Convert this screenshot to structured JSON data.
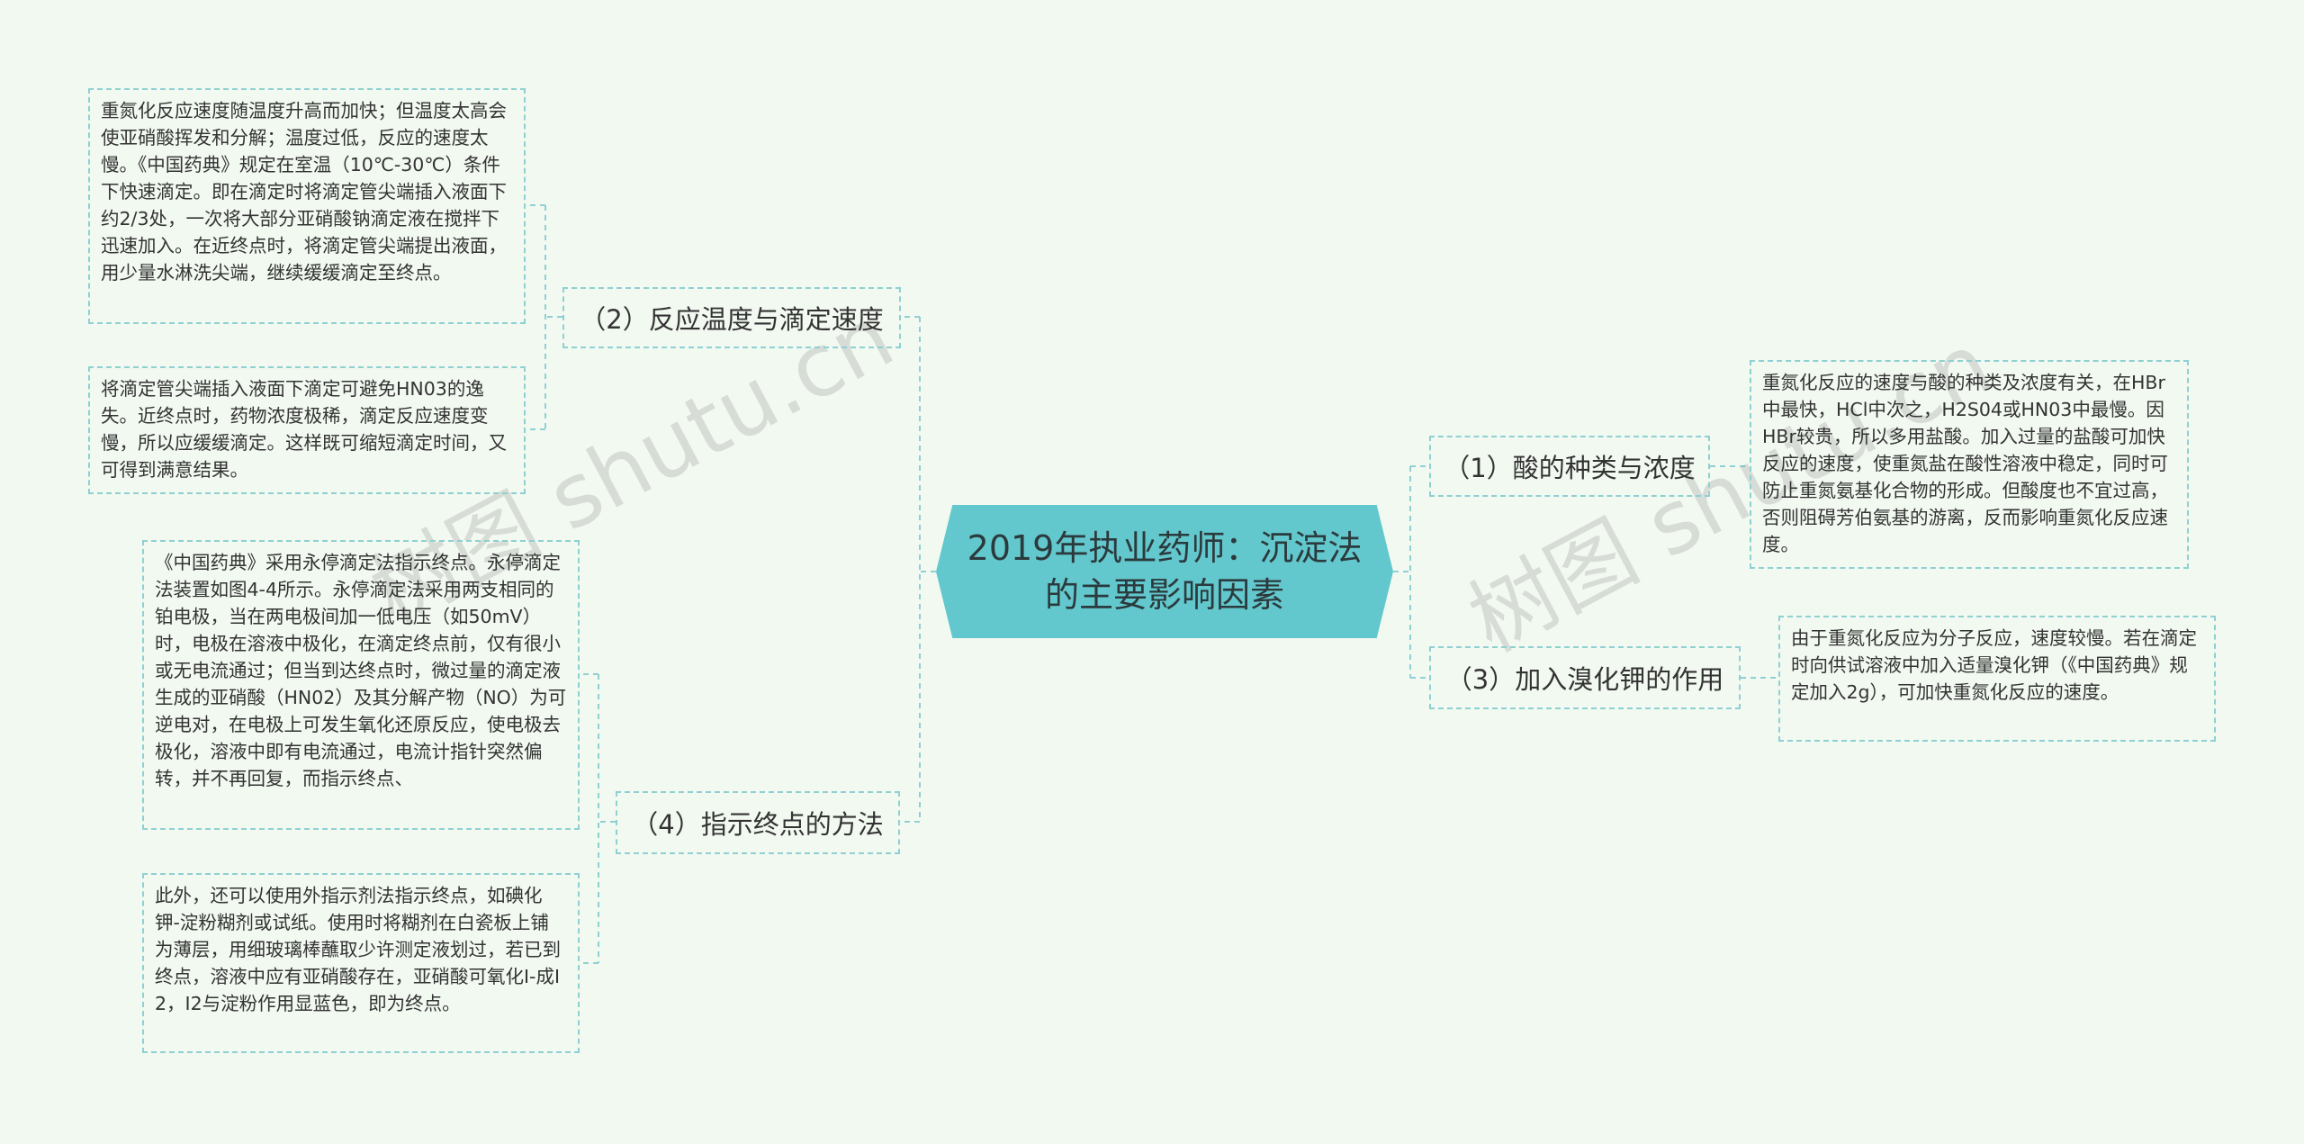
{
  "center": {
    "title": "2019年执业药师：沉淀法的主要影响因素"
  },
  "branches": {
    "b1": {
      "label": "（1）酸的种类与浓度"
    },
    "b2": {
      "label": "（2）反应温度与滴定速度"
    },
    "b3": {
      "label": "（3）加入溴化钾的作用"
    },
    "b4": {
      "label": "（4）指示终点的方法"
    }
  },
  "leaves": {
    "l1": {
      "text": "重氮化反应速度随温度升高而加快；但温度太高会使亚硝酸挥发和分解；温度过低，反应的速度太慢。《中国药典》规定在室温（10℃-30℃）条件下快速滴定。即在滴定时将滴定管尖端插入液面下约2/3处，一次将大部分亚硝酸钠滴定液在搅拌下迅速加入。在近终点时，将滴定管尖端提出液面，用少量水淋洗尖端，继续缓缓滴定至终点。"
    },
    "l2": {
      "text": "将滴定管尖端插入液面下滴定可避免HN03的逸失。近终点时，药物浓度极稀，滴定反应速度变慢，所以应缓缓滴定。这样既可缩短滴定时间，又可得到满意结果。"
    },
    "l3": {
      "text": "《中国药典》采用永停滴定法指示终点。永停滴定法装置如图4-4所示。永停滴定法采用两支相同的铂电极，当在两电极间加一低电压（如50mV）时，电极在溶液中极化，在滴定终点前，仅有很小或无电流通过；但当到达终点时，微过量的滴定液生成的亚硝酸（HN02）及其分解产物（NO）为可逆电对，在电极上可发生氧化还原反应，使电极去极化，溶液中即有电流通过，电流计指针突然偏转，并不再回复，而指示终点、"
    },
    "l4": {
      "text": "此外，还可以使用外指示剂法指示终点，如碘化钾-淀粉糊剂或试纸。使用时将糊剂在白瓷板上铺为薄层，用细玻璃棒蘸取少许测定液划过，若已到终点，溶液中应有亚硝酸存在，亚硝酸可氧化I-成I2，I2与淀粉作用显蓝色，即为终点。"
    },
    "l5": {
      "text": "重氮化反应的速度与酸的种类及浓度有关，在HBr中最快，HCl中次之，H2S04或HN03中最慢。因HBr较贵，所以多用盐酸。加入过量的盐酸可加快反应的速度，使重氮盐在酸性溶液中稳定，同时可防止重氮氨基化合物的形成。但酸度也不宜过高，否则阻碍芳伯氨基的游离，反而影响重氮化反应速度。"
    },
    "l6": {
      "text": "由于重氮化反应为分子反应，速度较慢。若在滴定时向供试溶液中加入适量溴化钾（《中国药典》规定加入2g），可加快重氮化反应的速度。"
    }
  },
  "watermarks": [
    "树图 shutu.cn",
    "树图 shutu.cn"
  ],
  "colors": {
    "background": "#f2f9f1",
    "center_fill": "#63c8cd",
    "dashed_border": "#8fd0d3"
  }
}
